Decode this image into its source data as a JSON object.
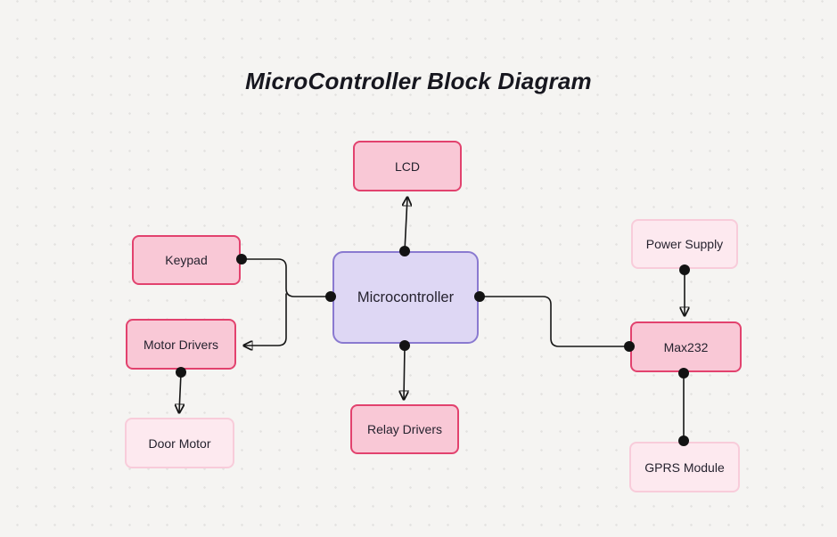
{
  "title": "MicroController Block Diagram",
  "nodes": {
    "lcd": {
      "label": "LCD",
      "style": "pink"
    },
    "microcontroller": {
      "label": "Microcontroller",
      "style": "purple"
    },
    "keypad": {
      "label": "Keypad",
      "style": "pink"
    },
    "motor_drivers": {
      "label": "Motor Drivers",
      "style": "pink"
    },
    "door_motor": {
      "label": "Door Motor",
      "style": "light-pink"
    },
    "relay_drivers": {
      "label": "Relay Drivers",
      "style": "pink"
    },
    "power_supply": {
      "label": "Power Supply",
      "style": "light-pink"
    },
    "max232": {
      "label": "Max232",
      "style": "pink"
    },
    "gprs_module": {
      "label": "GPRS Module",
      "style": "light-pink"
    }
  },
  "edges": [
    {
      "from": "microcontroller",
      "to": "lcd",
      "arrowhead": true,
      "shape": "straight"
    },
    {
      "from": "keypad",
      "to": "microcontroller",
      "arrowhead": false,
      "shape": "elbow"
    },
    {
      "from": "microcontroller",
      "to": "motor_drivers",
      "arrowhead": true,
      "shape": "elbow"
    },
    {
      "from": "motor_drivers",
      "to": "door_motor",
      "arrowhead": true,
      "shape": "straight"
    },
    {
      "from": "microcontroller",
      "to": "relay_drivers",
      "arrowhead": true,
      "shape": "straight"
    },
    {
      "from": "microcontroller",
      "to": "max232",
      "arrowhead": false,
      "shape": "elbow"
    },
    {
      "from": "power_supply",
      "to": "max232",
      "arrowhead": true,
      "shape": "straight"
    },
    {
      "from": "max232",
      "to": "gprs_module",
      "arrowhead": false,
      "shape": "straight"
    }
  ],
  "palette": {
    "background": "#f5f4f2",
    "grid_dot": "#dedcd9",
    "pink_fill": "#f9c8d6",
    "pink_border": "#e2426e",
    "light_pink_fill": "#fde9ef",
    "light_pink_border": "#f8ccda",
    "purple_fill": "#ded7f4",
    "purple_border": "#8a7ad0",
    "connector": "#161616",
    "title_color": "#17171f",
    "label_color": "#25222e"
  }
}
